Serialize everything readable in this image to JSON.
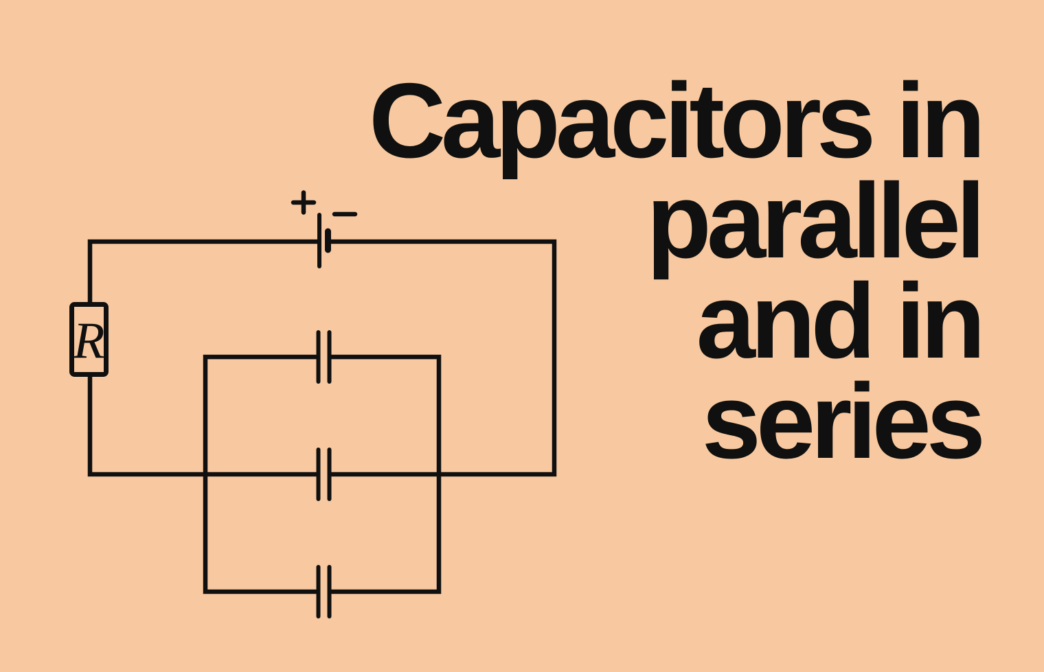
{
  "colors": {
    "background": "#f8c9a0",
    "ink": "#101010"
  },
  "title": {
    "lines": [
      "Capacitors in",
      "parallel",
      "and in",
      "series"
    ]
  },
  "circuit": {
    "battery": {
      "positive_label": "+",
      "negative_label": "−"
    },
    "resistor": {
      "label": "R"
    }
  }
}
